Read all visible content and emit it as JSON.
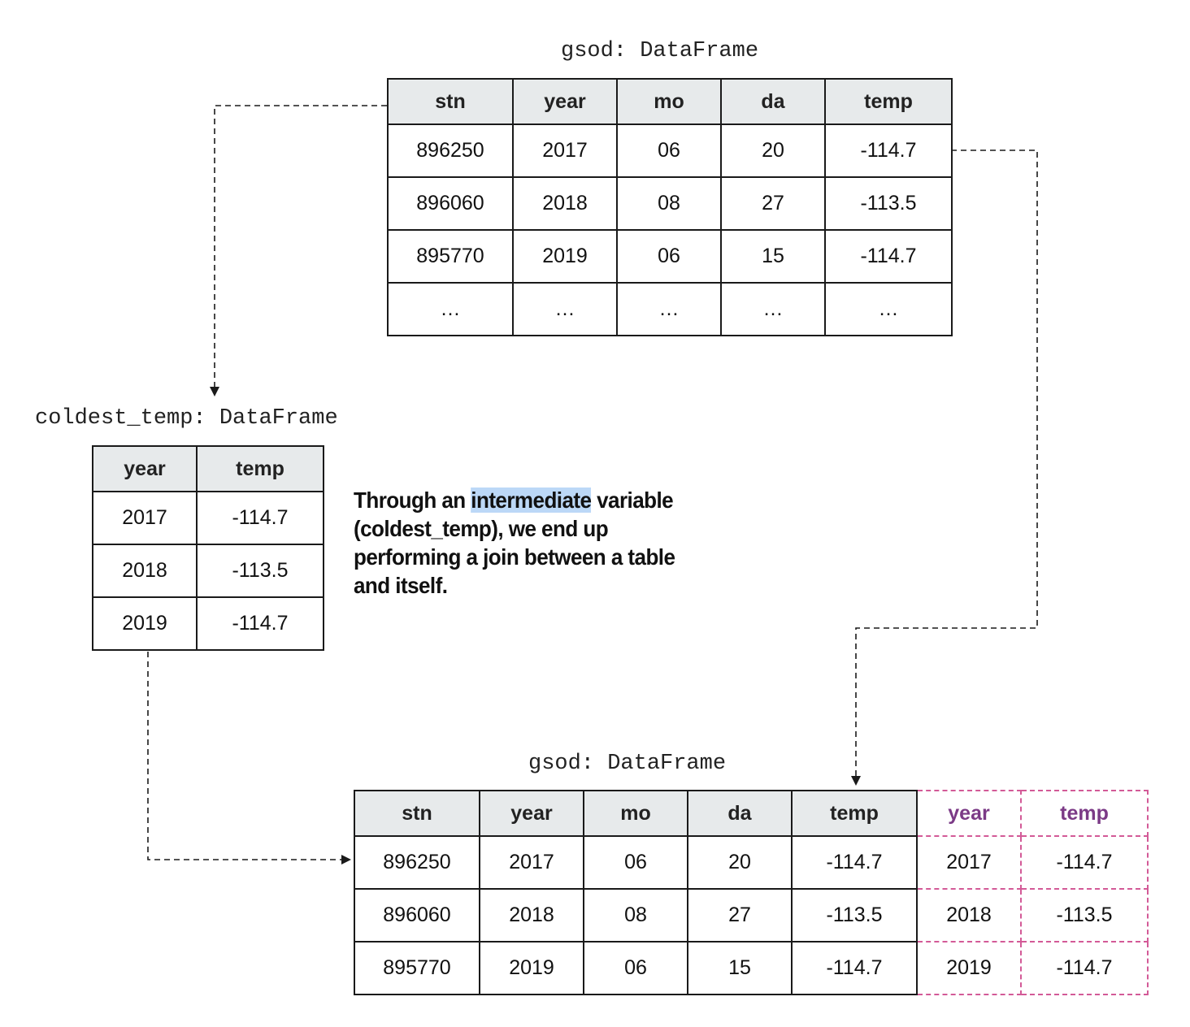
{
  "top_table": {
    "title": "gsod: DataFrame",
    "headers": [
      "stn",
      "year",
      "mo",
      "da",
      "temp"
    ],
    "rows": [
      [
        "896250",
        "2017",
        "06",
        "20",
        "-114.7"
      ],
      [
        "896060",
        "2018",
        "08",
        "27",
        "-113.5"
      ],
      [
        "895770",
        "2019",
        "06",
        "15",
        "-114.7"
      ],
      [
        "…",
        "…",
        "…",
        "…",
        "…"
      ]
    ]
  },
  "coldest_table": {
    "title": "coldest_temp: DataFrame",
    "headers": [
      "year",
      "temp"
    ],
    "rows": [
      [
        "2017",
        "-114.7"
      ],
      [
        "2018",
        "-113.5"
      ],
      [
        "2019",
        "-114.7"
      ]
    ]
  },
  "note": {
    "before": "Through an ",
    "highlight": "intermediate",
    "after": " variable (coldest_temp), we end up performing a join between a table and itself."
  },
  "bottom_table": {
    "title": "gsod: DataFrame",
    "headers": [
      "stn",
      "year",
      "mo",
      "da",
      "temp"
    ],
    "joined_headers": [
      "year",
      "temp"
    ],
    "rows": [
      [
        "896250",
        "2017",
        "06",
        "20",
        "-114.7"
      ],
      [
        "896060",
        "2018",
        "08",
        "27",
        "-113.5"
      ],
      [
        "895770",
        "2019",
        "06",
        "15",
        "-114.7"
      ]
    ],
    "joined_rows": [
      [
        "2017",
        "-114.7"
      ],
      [
        "2018",
        "-113.5"
      ],
      [
        "2019",
        "-114.7"
      ]
    ]
  },
  "colors": {
    "header_fill": "#e7eaeb",
    "joined_border": "#d35a97",
    "joined_header_text": "#7b3a86",
    "highlight": "#bcd8f7"
  }
}
